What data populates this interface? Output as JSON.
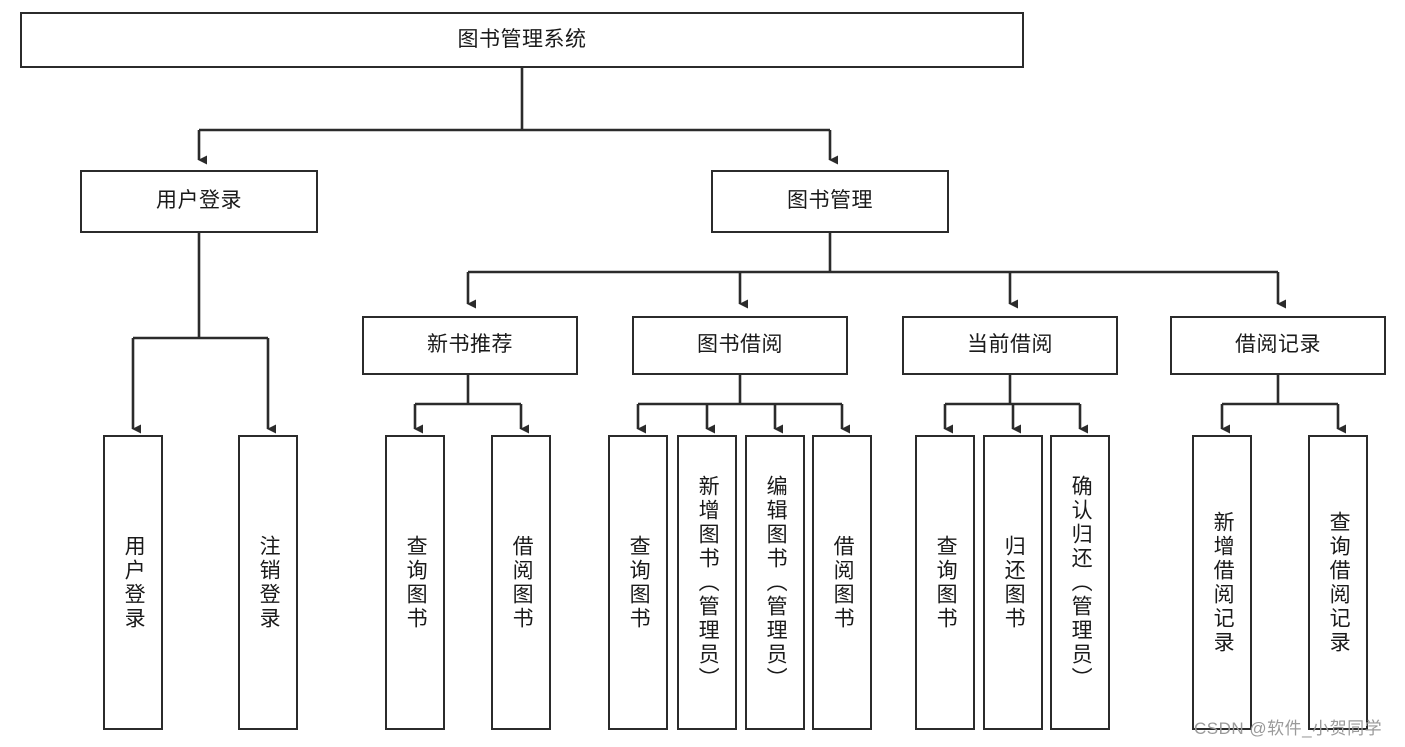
{
  "diagram": {
    "title": "图书管理系统",
    "type": "tree",
    "levels": 4,
    "root": {
      "label": "图书管理系统"
    },
    "level2": [
      {
        "label": "用户登录"
      },
      {
        "label": "图书管理"
      }
    ],
    "level3": [
      {
        "label": "新书推荐"
      },
      {
        "label": "图书借阅"
      },
      {
        "label": "当前借阅"
      },
      {
        "label": "借阅记录"
      }
    ],
    "leaves": {
      "user_login": [
        {
          "label": "用户登录"
        },
        {
          "label": "注销登录"
        }
      ],
      "new_book_recommend": [
        {
          "label": "查询图书"
        },
        {
          "label": "借阅图书"
        }
      ],
      "book_borrow": [
        {
          "label": "查询图书"
        },
        {
          "label": "新增图书（管理员）"
        },
        {
          "label": "编辑图书（管理员）"
        },
        {
          "label": "借阅图书"
        }
      ],
      "current_borrow": [
        {
          "label": "查询图书"
        },
        {
          "label": "归还图书"
        },
        {
          "label": "确认归还（管理员）"
        }
      ],
      "borrow_record": [
        {
          "label": "新增借阅记录"
        },
        {
          "label": "查询借阅记录"
        }
      ]
    }
  },
  "watermark": {
    "text": "CSDN @软件_小贺同学"
  },
  "colors": {
    "stroke": "#2b2b2b",
    "fill": "#ffffff",
    "text": "#1a1a1a",
    "watermark": "#9a9a9a"
  }
}
